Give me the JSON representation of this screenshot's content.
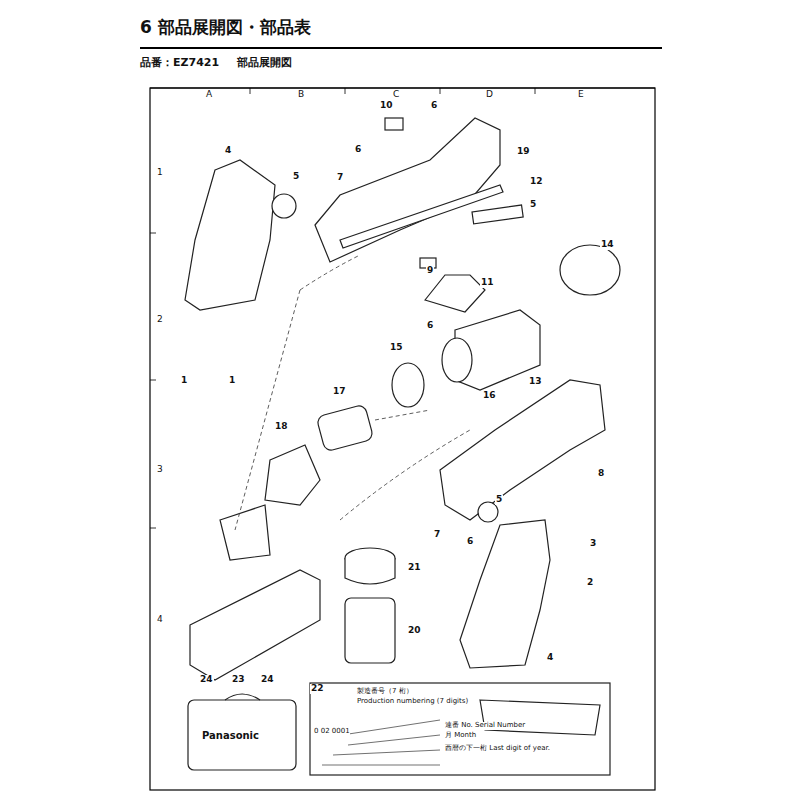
{
  "diagram": {
    "title": "6 部品展開図・部品表",
    "nodes": [
      {
        "text": [
          "製造番号（7 桁）",
          "Production numbering (7 digits)",
          "0 02 0001",
          "連番 No. Serial Number",
          "月 Month",
          "西暦の下一桁 Last digit of year."
        ]
      }
    ],
    "labels": [
      "品番：EZ7421",
      "部品展開図",
      "A",
      "B",
      "C",
      "D",
      "E",
      "1",
      "2",
      "3",
      "4",
      "10",
      "6",
      "6",
      "19",
      "4",
      "5",
      "7",
      "12",
      "5",
      "9",
      "11",
      "14",
      "6",
      "15",
      "13",
      "16",
      "17",
      "18",
      "8",
      "5",
      "7",
      "6",
      "3",
      "2",
      "21",
      "20",
      "4",
      "22",
      "24",
      "23",
      "24",
      "1",
      "1",
      "Panasonic"
    ]
  }
}
